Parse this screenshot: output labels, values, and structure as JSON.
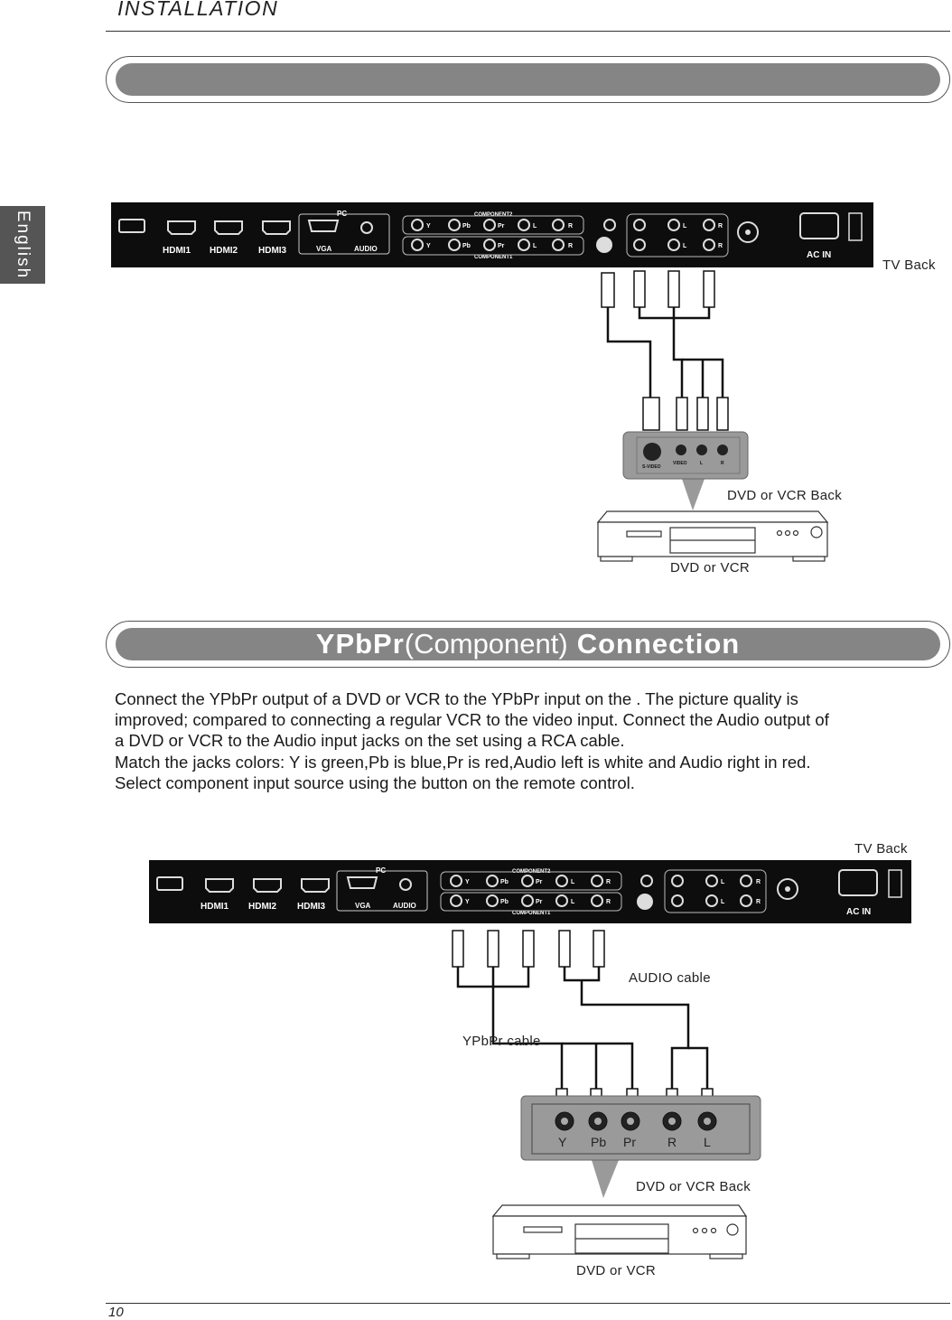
{
  "header": {
    "title": "INSTALLATION",
    "language_tab": "English"
  },
  "section1": {
    "title": ""
  },
  "section2": {
    "title_bold": "YPbPr",
    "title_mid": "(Component)",
    "title_end": "Connection",
    "paragraph_lines": [
      "Connect the YPbPr output of a DVD or VCR to the YPbPr input on the       .  The picture quality is",
      "improved; compared to connecting a regular VCR to the video input. Connect the Audio output of",
      "a DVD or VCR to the Audio input jacks on the set using a RCA cable.",
      "Match the jacks colors: Y is green,Pb is blue,Pr is red,Audio left is white and Audio right in red.",
      "Select component input source using the              button on the remote control."
    ]
  },
  "tv_panel": {
    "hdmi_labels": [
      "HDMI1",
      "HDMI2",
      "HDMI3"
    ],
    "pc_label": "PC",
    "vga_label": "VGA",
    "audio_label": "AUDIO",
    "component2_label": "COMPONENT2",
    "component1_label": "COMPONENT1",
    "jack_letters": [
      "Y",
      "Pb",
      "Pr",
      "L",
      "R"
    ],
    "lr_letters": [
      "L",
      "R"
    ],
    "ac_in_label": "AC IN"
  },
  "diagram1": {
    "tv_back_label": "TV Back",
    "device_back_label": "DVD or VCR Back",
    "device_label": "DVD or VCR",
    "device_jack_labels": [
      "S-VIDEO",
      "VIDEO",
      "L",
      "R"
    ]
  },
  "diagram2": {
    "tv_back_label": "TV Back",
    "audio_cable_label": "AUDIO cable",
    "ypbpr_cable_label": "YPbPr cable",
    "device_jack_labels": [
      "Y",
      "Pb",
      "Pr",
      "R",
      "L"
    ],
    "device_back_label": "DVD or VCR Back",
    "device_label": "DVD or VCR"
  },
  "footer": {
    "page_number": "10"
  },
  "colors": {
    "banner_fill": "#858585",
    "tab_fill": "#555555",
    "panel_fill": "#0d0d0d",
    "device_back_fill": "#9a9a9a"
  }
}
